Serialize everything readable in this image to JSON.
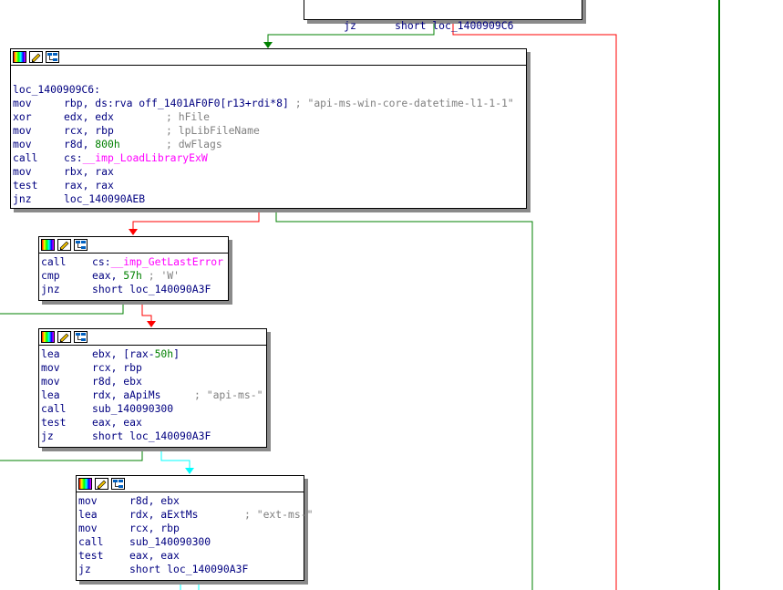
{
  "top_fragment": {
    "lines": [
      {
        "mnemonic": "jz",
        "operand": "short loc_1400909C6"
      }
    ]
  },
  "node1": {
    "label": "loc_1400909C6:",
    "lines": [
      {
        "mnemonic": "mov",
        "operand": "rbp, ds:rva off_1401AF0F0[r13+rdi*8]",
        "comment": "; \"api-ms-win-core-datetime-l1-1-1\""
      },
      {
        "mnemonic": "xor",
        "operand": "edx, edx",
        "comment": "; hFile"
      },
      {
        "mnemonic": "mov",
        "operand": "rcx, rbp",
        "comment": "; lpLibFileName"
      },
      {
        "mnemonic": "mov",
        "operand_pre": "r8d, ",
        "number": "800h",
        "comment": "; dwFlags"
      },
      {
        "mnemonic": "call",
        "operand_pre": "cs:",
        "import": "__imp_LoadLibraryExW"
      },
      {
        "mnemonic": "mov",
        "operand": "rbx, rax"
      },
      {
        "mnemonic": "test",
        "operand": "rax, rax"
      },
      {
        "mnemonic": "jnz",
        "operand": "loc_140090AEB"
      }
    ]
  },
  "node2": {
    "lines": [
      {
        "mnemonic": "call",
        "operand_pre": "cs:",
        "import": "__imp_GetLastError"
      },
      {
        "mnemonic": "cmp",
        "operand_pre": "eax, ",
        "number": "57h",
        "comment": "; 'W'"
      },
      {
        "mnemonic": "jnz",
        "operand": "short loc_140090A3F"
      }
    ]
  },
  "node3": {
    "lines": [
      {
        "mnemonic": "lea",
        "operand_pre": "ebx, [rax-",
        "number": "50h",
        "operand_post": "]"
      },
      {
        "mnemonic": "mov",
        "operand": "rcx, rbp"
      },
      {
        "mnemonic": "mov",
        "operand": "r8d, ebx"
      },
      {
        "mnemonic": "lea",
        "operand": "rdx, aApiMs",
        "comment": "; \"api-ms-\""
      },
      {
        "mnemonic": "call",
        "operand": "sub_140090300"
      },
      {
        "mnemonic": "test",
        "operand": "eax, eax"
      },
      {
        "mnemonic": "jz",
        "operand": "short loc_140090A3F"
      }
    ]
  },
  "node4": {
    "lines": [
      {
        "mnemonic": "mov",
        "operand": "r8d, ebx"
      },
      {
        "mnemonic": "lea",
        "operand": "rdx, aExtMs",
        "comment": "; \"ext-ms-\""
      },
      {
        "mnemonic": "mov",
        "operand": "rcx, rbp"
      },
      {
        "mnemonic": "call",
        "operand": "sub_140090300"
      },
      {
        "mnemonic": "test",
        "operand": "eax, eax"
      },
      {
        "mnemonic": "jz",
        "operand": "short loc_140090A3F"
      }
    ]
  },
  "colors": {
    "edge_true": "#008000",
    "edge_false": "#ff0000",
    "edge_uncond": "#00ffff",
    "mnemonic": "#000080",
    "comment": "#808080",
    "number": "#008000",
    "import": "#ff00ff"
  },
  "icons": [
    "color-palette-icon",
    "edit-pen-icon",
    "graph-node-icon"
  ]
}
